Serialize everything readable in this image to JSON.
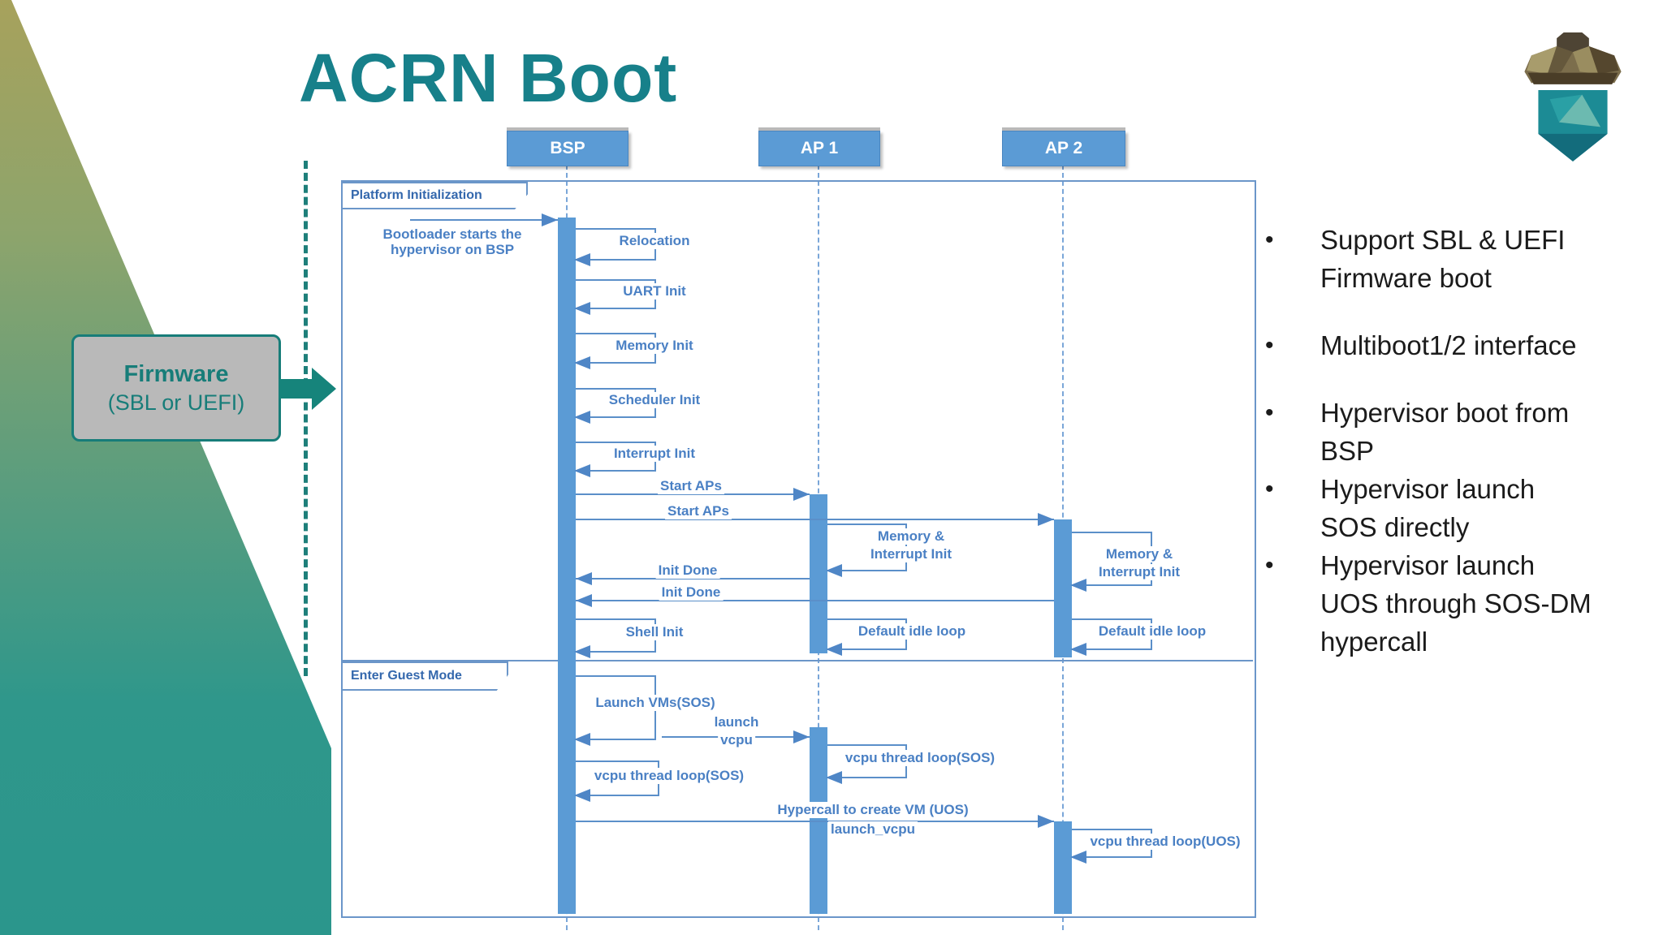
{
  "slide": {
    "title": "ACRN Boot"
  },
  "colors": {
    "title_teal": "#17808a",
    "diagram_blue": "#5b9bd5",
    "message_line_blue": "#5b8fc9",
    "message_text_blue": "#4a80c4",
    "frame_border_blue": "#6b96c9",
    "wedge_top_olive": "#a7a25c",
    "wedge_bottom_teal": "#2b968c",
    "firmware_box_gray": "#b9b9b9",
    "firmware_text_teal": "#177d79",
    "bullet_text": "#1b1b1b"
  },
  "firmware": {
    "line1": "Firmware",
    "line2": "(SBL or UEFI)"
  },
  "bullets": [
    {
      "text": "Support SBL & UEFI Firmware boot",
      "lines": [
        "Support SBL & UEFI",
        "Firmware boot"
      ]
    },
    {
      "text": "Multiboot1/2 interface",
      "lines": [
        "Multiboot1/2 interface"
      ]
    },
    {
      "text": "Hypervisor boot from BSP",
      "lines": [
        "Hypervisor boot from",
        "BSP"
      ]
    },
    {
      "text": "Hypervisor launch SOS directly",
      "lines": [
        "Hypervisor launch",
        "SOS directly"
      ]
    },
    {
      "text": "Hypervisor launch UOS through SOS-DM hypercall",
      "lines": [
        "Hypervisor launch",
        "UOS through SOS-DM",
        "hypercall"
      ]
    }
  ],
  "diagram": {
    "frame1_label": "Platform Initialization",
    "frame2_label": "Enter Guest Mode",
    "lifelines": [
      {
        "label": "BSP"
      },
      {
        "label": "AP 1"
      },
      {
        "label": "AP 2"
      }
    ],
    "messages": [
      {
        "id": "bootloader",
        "type": "in",
        "to": "BSP",
        "label": "Bootloader starts the hypervisor on BSP",
        "lines": [
          "Bootloader starts the",
          "hypervisor on BSP"
        ]
      },
      {
        "id": "relocation",
        "type": "self",
        "on": "BSP",
        "label": "Relocation"
      },
      {
        "id": "uart-init",
        "type": "self",
        "on": "BSP",
        "label": "UART Init"
      },
      {
        "id": "memory-init",
        "type": "self",
        "on": "BSP",
        "label": "Memory Init"
      },
      {
        "id": "scheduler-init",
        "type": "self",
        "on": "BSP",
        "label": "Scheduler Init"
      },
      {
        "id": "interrupt-init",
        "type": "self",
        "on": "BSP",
        "label": "Interrupt Init"
      },
      {
        "id": "start-aps-1",
        "type": "msg",
        "from": "BSP",
        "to": "AP 1",
        "label": "Start APs"
      },
      {
        "id": "start-aps-2",
        "type": "msg",
        "from": "BSP",
        "to": "AP 2",
        "label": "Start APs"
      },
      {
        "id": "mem-int-ap1",
        "type": "self",
        "on": "AP 1",
        "label": "Memory & Interrupt Init",
        "lines": [
          "Memory &",
          "Interrupt Init"
        ]
      },
      {
        "id": "mem-int-ap2",
        "type": "self",
        "on": "AP 2",
        "label": "Memory & Interrupt Init",
        "lines": [
          "Memory &",
          "Interrupt Init"
        ]
      },
      {
        "id": "init-done-1",
        "type": "msg",
        "from": "AP 1",
        "to": "BSP",
        "label": "Init Done"
      },
      {
        "id": "init-done-2",
        "type": "msg",
        "from": "AP 2",
        "to": "BSP",
        "label": "Init Done"
      },
      {
        "id": "shell-init",
        "type": "self",
        "on": "BSP",
        "label": "Shell Init"
      },
      {
        "id": "idle-ap1",
        "type": "self",
        "on": "AP 1",
        "label": "Default idle loop"
      },
      {
        "id": "idle-ap2",
        "type": "self",
        "on": "AP 2",
        "label": "Default idle loop"
      },
      {
        "id": "launch-vms",
        "type": "self",
        "on": "BSP",
        "label": "Launch VMs(SOS)"
      },
      {
        "id": "launch-vcpu",
        "type": "msg",
        "from": "BSP",
        "to": "AP 1",
        "label": "launch vcpu",
        "lines": [
          "launch",
          "vcpu"
        ]
      },
      {
        "id": "vcpu-sos-bsp",
        "type": "self",
        "on": "BSP",
        "label": "vcpu thread loop(SOS)"
      },
      {
        "id": "vcpu-sos-ap1",
        "type": "self",
        "on": "AP 1",
        "label": "vcpu thread loop(SOS)"
      },
      {
        "id": "hypercall",
        "type": "msg",
        "from": "BSP",
        "to": "AP 2",
        "label": "Hypercall to create VM (UOS) launch_vcpu",
        "lines": [
          "Hypercall to create VM (UOS)",
          "launch_vcpu"
        ]
      },
      {
        "id": "vcpu-uos-ap2",
        "type": "self",
        "on": "AP 2",
        "label": "vcpu thread loop(UOS)"
      }
    ]
  }
}
